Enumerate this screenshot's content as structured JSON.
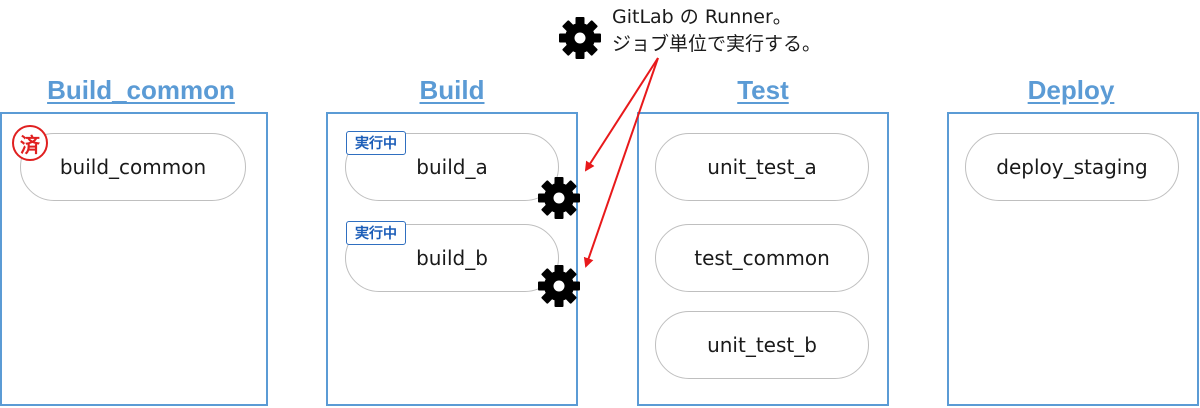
{
  "note": {
    "line1": "GitLab の Runner。",
    "line2": "ジョブ単位で実行する。"
  },
  "stages": [
    {
      "title": "Build_common",
      "jobs": [
        "build_common"
      ]
    },
    {
      "title": "Build",
      "jobs": [
        "build_a",
        "build_b"
      ]
    },
    {
      "title": "Test",
      "jobs": [
        "unit_test_a",
        "test_common",
        "unit_test_b"
      ]
    },
    {
      "title": "Deploy",
      "jobs": [
        "deploy_staging"
      ]
    }
  ],
  "badges": {
    "running": "実行中"
  },
  "stamp": {
    "done": "済"
  },
  "icons": {
    "runner": "gear-icon"
  },
  "colors": {
    "stage_accent": "#5b9bd5",
    "arrow": "#e8191b",
    "badge": "#1a5cb8",
    "stamp": "#e02020"
  }
}
